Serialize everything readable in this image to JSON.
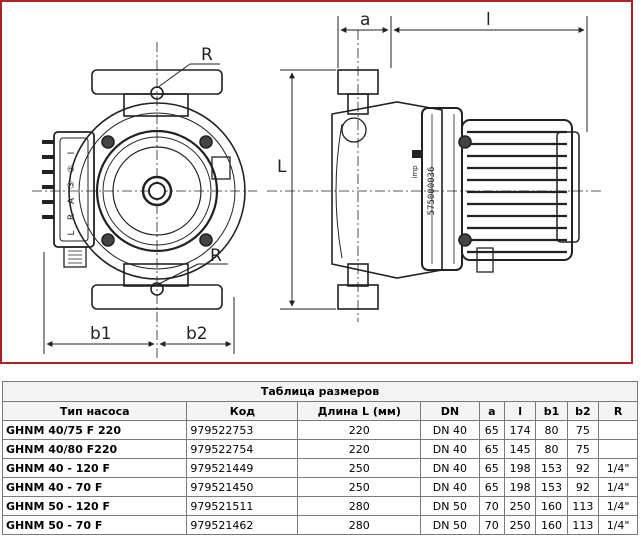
{
  "drawing": {
    "labels": {
      "R_top": "R",
      "R_bottom": "R",
      "a": "a",
      "l": "l",
      "L": "L",
      "b1": "b1",
      "b2": "b2",
      "id_plate": "575000036",
      "brand": "imp",
      "terminal_labels": [
        "I",
        "②",
        "③",
        "A",
        "R",
        "L"
      ]
    },
    "frame_color": "#b0202a"
  },
  "table": {
    "title": "Таблица размеров",
    "headers": [
      "Тип насоса",
      "Код",
      "Длина L (мм)",
      "DN",
      "a",
      "l",
      "b1",
      "b2",
      "R"
    ],
    "rows": [
      [
        "GHNM 40/75 F 220",
        "979522753",
        "220",
        "DN 40",
        "65",
        "174",
        "80",
        "75",
        ""
      ],
      [
        "GHNM 40/80 F220",
        "979522754",
        "220",
        "DN 40",
        "65",
        "145",
        "80",
        "75",
        ""
      ],
      [
        "GHNM 40 - 120 F",
        "979521449",
        "250",
        "DN 40",
        "65",
        "198",
        "153",
        "92",
        "1/4\""
      ],
      [
        "GHNM 40 - 70 F",
        "979521450",
        "250",
        "DN 40",
        "65",
        "198",
        "153",
        "92",
        "1/4\""
      ],
      [
        "GHNM 50 - 120 F",
        "979521511",
        "280",
        "DN 50",
        "70",
        "250",
        "160",
        "113",
        "1/4\""
      ],
      [
        "GHNM 50 - 70 F",
        "979521462",
        "280",
        "DN 50",
        "70",
        "250",
        "160",
        "113",
        "1/4\""
      ]
    ]
  }
}
